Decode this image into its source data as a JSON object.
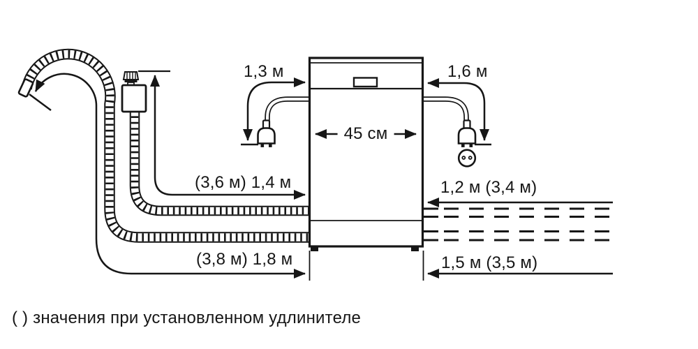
{
  "diagram": {
    "title_hidden": "",
    "appliance": {
      "width_label": "45 см"
    },
    "labels": {
      "cord_left": "1,3 м",
      "cord_right": "1,6 м",
      "width": "45 см",
      "supply_hose": "(3,6 м) 1,4 м",
      "drain_hose": "(3,8 м) 1,8 м",
      "extension_right_top": "1,2 м (3,4 м)",
      "extension_right_bottom": "1,5 м (3,5 м)"
    },
    "caption": "( ) значения при установленном удлинителе",
    "colors": {
      "line": "#161616",
      "background": "#ffffff"
    }
  }
}
